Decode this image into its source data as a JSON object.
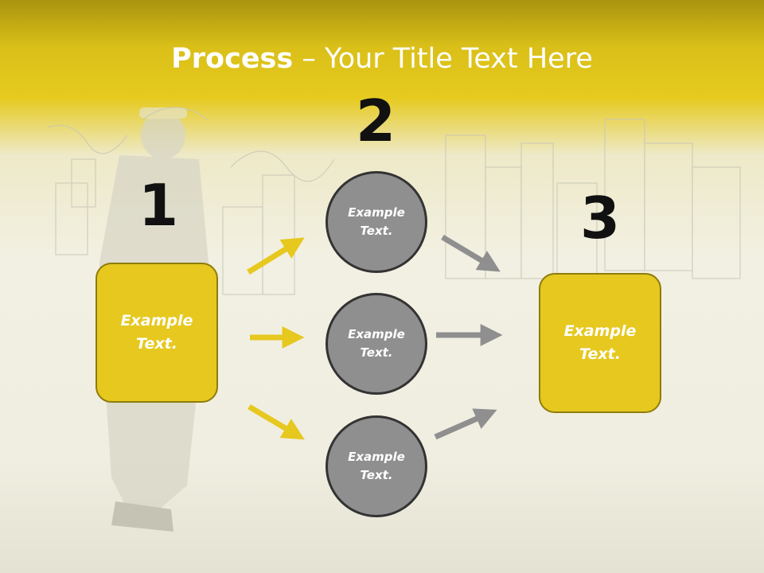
{
  "title": {
    "bold": "Process",
    "rest": " – Your Title Text Here"
  },
  "steps": [
    {
      "number": "1",
      "text": "Example\nText."
    },
    {
      "number": "2",
      "items": [
        {
          "text": "Example\nText."
        },
        {
          "text": "Example\nText."
        },
        {
          "text": "Example\nText."
        }
      ]
    },
    {
      "number": "3",
      "text": "Example\nText."
    }
  ],
  "colors": {
    "box": "#e6c81f",
    "circle": "#8f8f8f",
    "arrow_in": "#e6c81f",
    "arrow_out": "#8f8f8f"
  }
}
